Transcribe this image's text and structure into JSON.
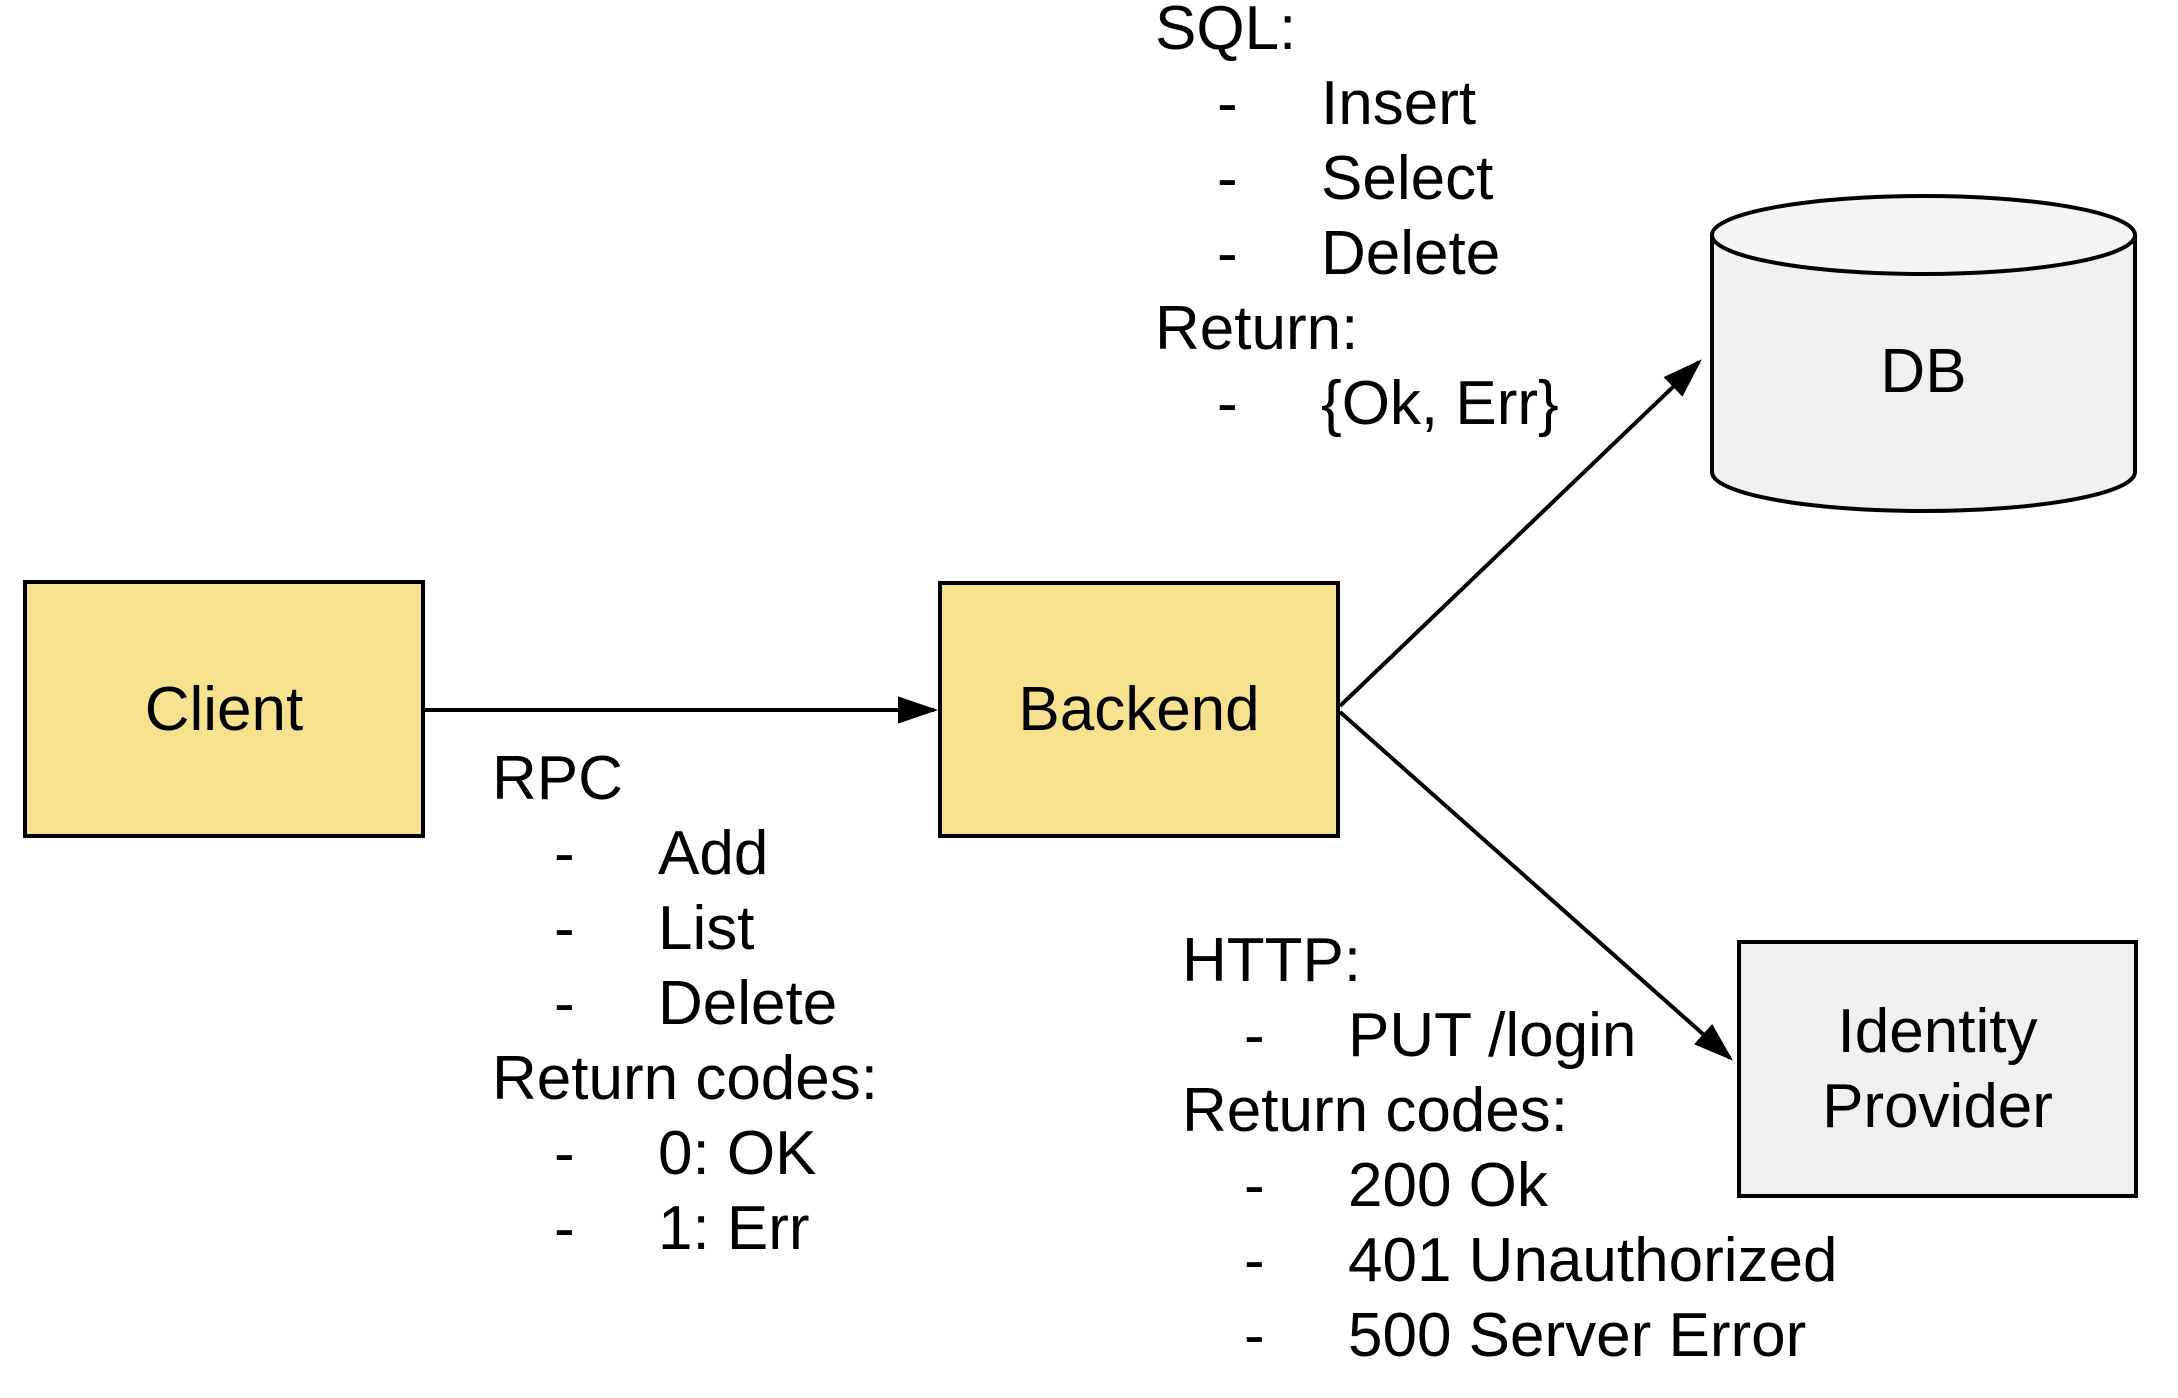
{
  "diagram": {
    "bullet_char": "-",
    "nodes": {
      "client": {
        "label": "Client",
        "fill": "#f7e08e",
        "shape": "rectangle"
      },
      "backend": {
        "label": "Backend",
        "fill": "#f7e08e",
        "shape": "rectangle"
      },
      "db": {
        "label": "DB",
        "fill": "#f0f0f0",
        "shape": "cylinder"
      },
      "identity_provider": {
        "label": "Identity Provider",
        "fill": "#f0f0f0",
        "shape": "rectangle"
      }
    },
    "edges": [
      {
        "from": "client",
        "to": "backend"
      },
      {
        "from": "backend",
        "to": "db"
      },
      {
        "from": "backend",
        "to": "identity_provider"
      }
    ],
    "annotations": {
      "rpc": {
        "title": "RPC",
        "items": [
          "Add",
          "List",
          "Delete"
        ],
        "subtitle": "Return codes:",
        "return_items": [
          "0: OK",
          "1: Err"
        ]
      },
      "sql": {
        "title": "SQL:",
        "items": [
          "Insert",
          "Select",
          "Delete"
        ],
        "subtitle": "Return:",
        "return_items": [
          "{Ok, Err}"
        ]
      },
      "http": {
        "title": "HTTP:",
        "items": [
          "PUT /login"
        ],
        "subtitle": "Return codes:",
        "return_items": [
          "200 Ok",
          "401 Unauthorized",
          "500 Server Error"
        ]
      }
    },
    "colors": {
      "stroke": "#000000",
      "background": "#ffffff",
      "node_yellow": "#f7e08e",
      "node_gray": "#f0f0f0"
    }
  }
}
